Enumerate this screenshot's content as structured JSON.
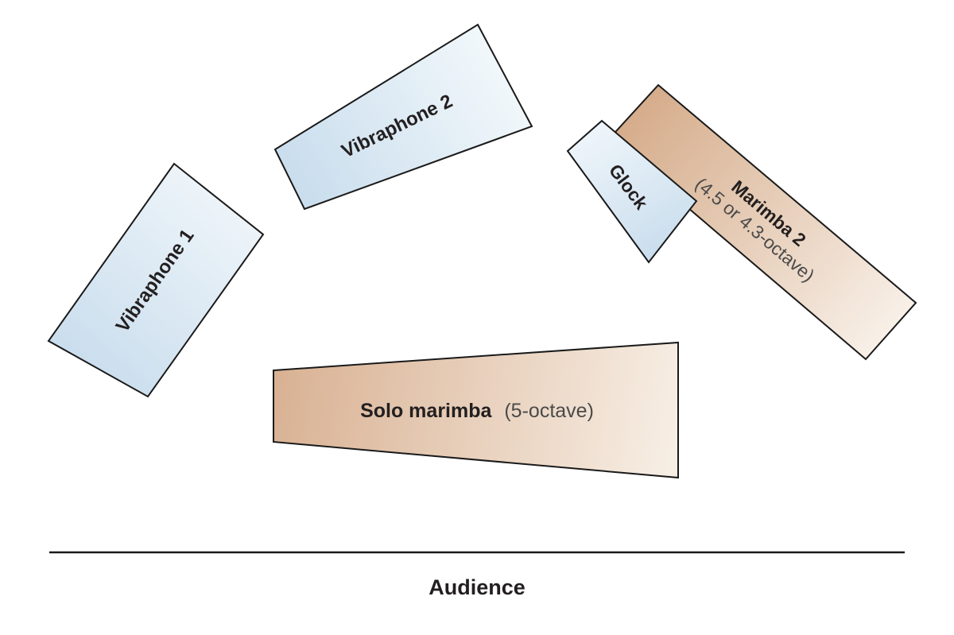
{
  "figure": {
    "type": "percussion-stage-plot",
    "instruments": {
      "vibraphone_1": {
        "label": "Vibraphone 1"
      },
      "vibraphone_2": {
        "label": "Vibraphone 2"
      },
      "glock": {
        "label": "Glock"
      },
      "marimba_2": {
        "label": "Marimba 2",
        "sublabel": "(4.5 or 4.3-octave)"
      },
      "solo_marimba": {
        "label": "Solo marimba",
        "sublabel": "(5-octave)"
      }
    },
    "audience": {
      "label": "Audience"
    }
  },
  "colors": {
    "background": "#ffffff",
    "outline": "#1a1a1a",
    "label_text": "#231f20",
    "sublabel_text": "#4a4a4a",
    "blue_gradient_light": "#f0f6fa",
    "blue_gradient_dark": "#c9dded",
    "tan_gradient_dark": "#d8b091",
    "tan_gradient_light": "#f8efe6"
  }
}
